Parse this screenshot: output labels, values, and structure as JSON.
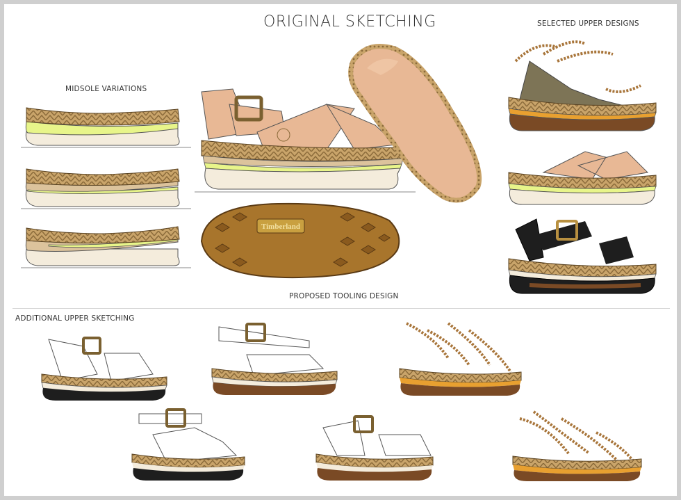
{
  "title": "ORIGINAL SKETCHING",
  "labels": {
    "midsole": "MIDSOLE VARIATIONS",
    "selected": "SELECTED UPPER DESIGNS",
    "tooling": "PROPOSED TOOLING DESIGN",
    "additional": "ADDITIONAL UPPER SKETCHING"
  },
  "logo_text": "Timberland",
  "colors": {
    "jute": "#c9a46a",
    "jute_dark": "#8a6a3a",
    "neon": "#e8f58a",
    "cream": "#f4ecdc",
    "tan": "#dcc39c",
    "leather": "#e8b895",
    "olive": "#7d7456",
    "brown": "#7a4a25",
    "black": "#1e1e1e",
    "orange": "#e8a030",
    "outsole": "#a8752c"
  }
}
